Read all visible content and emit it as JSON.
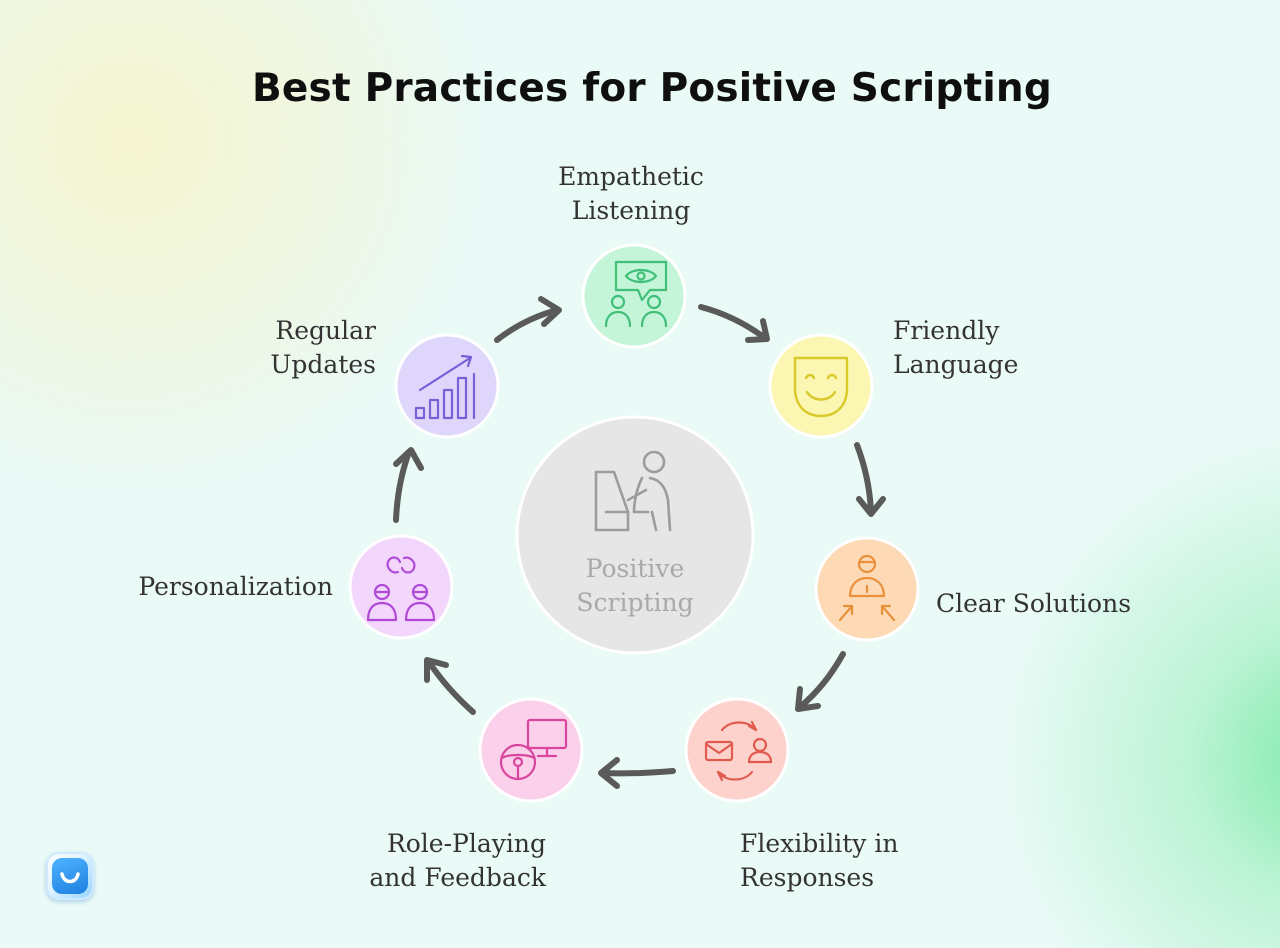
{
  "title": "Best Practices for Positive Scripting",
  "center": {
    "label": "Positive\nScripting",
    "icon": "person-at-desk-icon"
  },
  "steps": [
    {
      "label": "Empathetic\nListening",
      "icon": "eye-speech-bubble-people-icon",
      "color": "#c4f5d9",
      "stroke": "#3fbf78"
    },
    {
      "label": "Friendly\nLanguage",
      "icon": "smiling-mask-icon",
      "color": "#fbf7b2",
      "stroke": "#d9c92a"
    },
    {
      "label": "Clear Solutions",
      "icon": "person-with-arrows-icon",
      "color": "#fdd9b5",
      "stroke": "#e8913a"
    },
    {
      "label": "Flexibility in\nResponses",
      "icon": "mail-person-exchange-icon",
      "color": "#fdd2cd",
      "stroke": "#e05a4e"
    },
    {
      "label": "Role-Playing\nand Feedback",
      "icon": "steering-wheel-monitor-icon",
      "color": "#fbd0ea",
      "stroke": "#d9459e"
    },
    {
      "label": "Personalization",
      "icon": "two-people-link-icon",
      "color": "#f3d6fb",
      "stroke": "#b04ad6"
    },
    {
      "label": "Regular\nUpdates",
      "icon": "growth-bar-chart-icon",
      "color": "#dfd6fb",
      "stroke": "#7a5fd6"
    }
  ],
  "logo": {
    "icon": "smile-app-logo-icon"
  }
}
